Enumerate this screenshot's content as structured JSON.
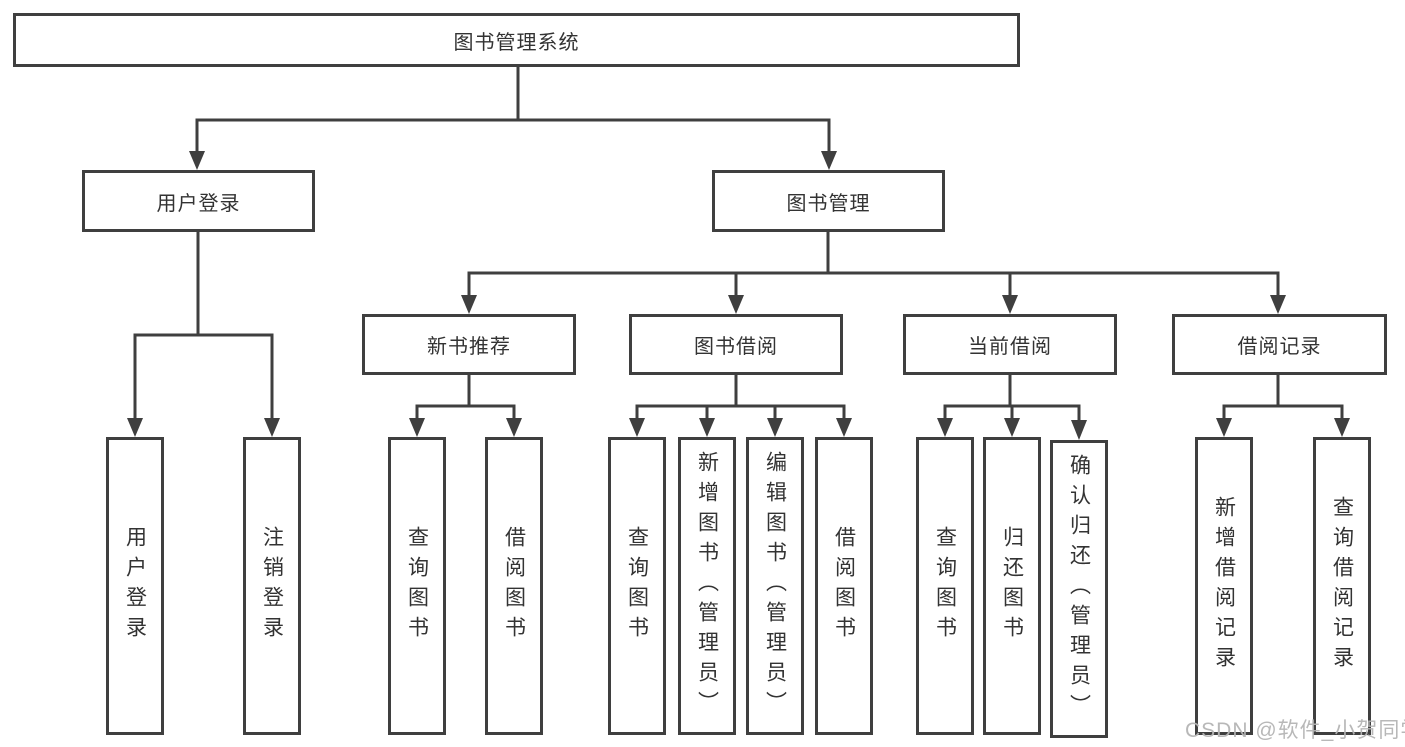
{
  "diagram": {
    "root": {
      "label": "图书管理系统"
    },
    "level2": [
      {
        "id": "user-login",
        "label": "用户登录"
      },
      {
        "id": "book-management",
        "label": "图书管理"
      }
    ],
    "level3": [
      {
        "id": "new-book-recommend",
        "label": "新书推荐"
      },
      {
        "id": "book-borrowing",
        "label": "图书借阅"
      },
      {
        "id": "current-borrowing",
        "label": "当前借阅"
      },
      {
        "id": "borrowing-records",
        "label": "借阅记录"
      }
    ],
    "leaves": [
      {
        "parent": "用户登录",
        "label": "用户登录"
      },
      {
        "parent": "用户登录",
        "label": "注销登录"
      },
      {
        "parent": "新书推荐",
        "label": "查询图书"
      },
      {
        "parent": "新书推荐",
        "label": "借阅图书"
      },
      {
        "parent": "图书借阅",
        "label": "查询图书"
      },
      {
        "parent": "图书借阅",
        "label": "新增图书（管理员）"
      },
      {
        "parent": "图书借阅",
        "label": "编辑图书（管理员）"
      },
      {
        "parent": "图书借阅",
        "label": "借阅图书"
      },
      {
        "parent": "当前借阅",
        "label": "查询图书"
      },
      {
        "parent": "当前借阅",
        "label": "归还图书"
      },
      {
        "parent": "当前借阅",
        "label": "确认归还（管理员）"
      },
      {
        "parent": "借阅记录",
        "label": "新增借阅记录"
      },
      {
        "parent": "借阅记录",
        "label": "查询借阅记录"
      }
    ],
    "colors": {
      "line": "#3f3f3f",
      "text": "#333333",
      "background": "#ffffff",
      "watermark": "#b5b5b5"
    }
  },
  "watermark": {
    "text": "CSDN @软件_小贺同学"
  }
}
